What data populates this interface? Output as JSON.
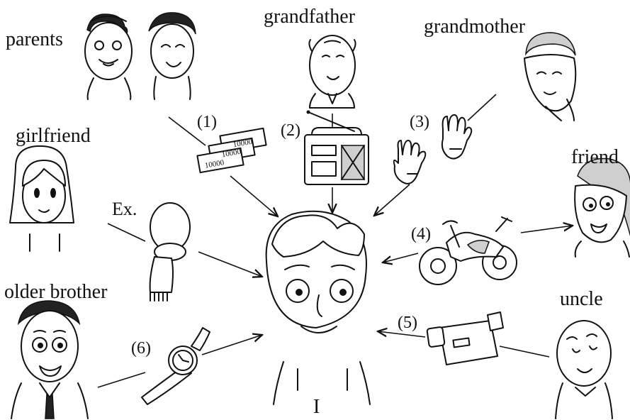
{
  "labels": {
    "parents": "parents",
    "grandfather": "grandfather",
    "grandmother": "grandmother",
    "girlfriend": "girlfriend",
    "friend": "friend",
    "older_brother": "older brother",
    "uncle": "uncle",
    "me": "I"
  },
  "gift_numbers": {
    "n1": "(1)",
    "n2": "(2)",
    "n3": "(3)",
    "n4": "(4)",
    "n5": "(5)",
    "n6": "(6)",
    "example": "Ex."
  },
  "gifts": {
    "tickets_text": [
      "10000",
      "10000",
      "10000"
    ]
  }
}
